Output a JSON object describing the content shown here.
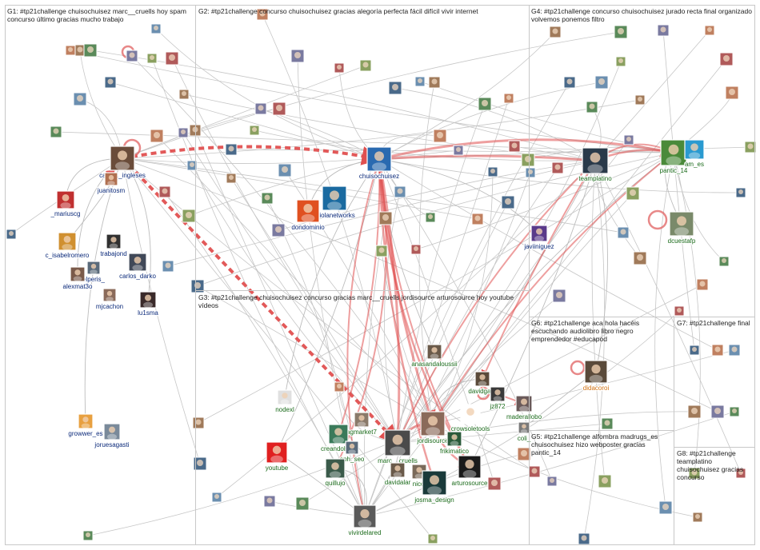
{
  "groups": [
    {
      "id": "G1",
      "label": "G1: #tp21challenge chuisochuisez marc__cruells hoy spam concurso último gracias mucho trabajo"
    },
    {
      "id": "G2",
      "label": "G2: #tp21challenge concurso chuisochuisez gracias alegoría perfecta fácil difícil vivir internet"
    },
    {
      "id": "G3",
      "label": "G3: #tp21challenge chuisochuisez concurso gracias marc__cruells jordisource arturosource hoy youtube vídeos"
    },
    {
      "id": "G4",
      "label": "G4: #tp21challenge concurso chuisochuisez jurado recta final organizado volvemos ponemos filtro"
    },
    {
      "id": "G5",
      "label": "G5: #tp21challenge alfombra madrugs_es chuisochuisez hizo webposter gracias pantic_14"
    },
    {
      "id": "G6",
      "label": "G6: #tp21challenge aca hola hacéis escuchando audiolibro libro negro emprendedor #educapod"
    },
    {
      "id": "G7",
      "label": "G7: #tp21challenge final"
    },
    {
      "id": "G8",
      "label": "G8: #tp21challenge teamplatino chuisochuisez gracias concurso"
    }
  ],
  "nodes": [
    {
      "name": "campa_ingleses",
      "color": "#0b2a7a",
      "bg": "#6a4c3a"
    },
    {
      "name": "juanitosm",
      "color": "#0b2a7a",
      "bg": "#b07050"
    },
    {
      "name": "_mariuscg",
      "color": "#0b2a7a",
      "bg": "#c03030"
    },
    {
      "name": "c_isabelromero",
      "color": "#0b2a7a",
      "bg": "#d09030"
    },
    {
      "name": "trabajond",
      "color": "#0b2a7a",
      "bg": "#303030"
    },
    {
      "name": "elperis_",
      "color": "#0b2a7a",
      "bg": "#5a6a7a"
    },
    {
      "name": "carlos_darko",
      "color": "#0b2a7a",
      "bg": "#404858"
    },
    {
      "name": "alexmat3o",
      "color": "#0b2a7a",
      "bg": "#7a5a4a"
    },
    {
      "name": "mjcachon",
      "color": "#0b2a7a",
      "bg": "#8a6a5a"
    },
    {
      "name": "lu1sma",
      "color": "#0b2a7a",
      "bg": "#3a2a2a"
    },
    {
      "name": "growwer_es",
      "color": "#0b2a7a",
      "bg": "#e8a040"
    },
    {
      "name": "joruesagasti",
      "color": "#0b2a7a",
      "bg": "#7a8a9a"
    },
    {
      "name": "chuisochuisez",
      "color": "#0b2a7a",
      "bg": "#2a6ab0"
    },
    {
      "name": "raiolanetworks",
      "color": "#0b2a7a",
      "bg": "#1a6aa0"
    },
    {
      "name": "dondominio",
      "color": "#0b2a7a",
      "bg": "#e05020"
    },
    {
      "name": "javiiniguez",
      "color": "#0b2a7a",
      "bg": "#5a3a8a"
    },
    {
      "name": "teamplatino",
      "color": "#1a6a1a",
      "bg": "#2a3a4a"
    },
    {
      "name": "pantic_14",
      "color": "#1a6a1a",
      "bg": "#4a8a3a"
    },
    {
      "name": "am_es",
      "color": "#1a6a1a",
      "bg": "#2a9ad0"
    },
    {
      "name": "dcuestafp",
      "color": "#1a6a1a",
      "bg": "#7a8a6a"
    },
    {
      "name": "anasandaloussii",
      "color": "#1a6a1a",
      "bg": "#6a5a4a"
    },
    {
      "name": "davidgaro",
      "color": "#1a6a1a",
      "bg": "#5a4a3a"
    },
    {
      "name": "jz872",
      "color": "#1a6a1a",
      "bg": "#3a3a3a"
    },
    {
      "name": "nodexl",
      "color": "#1a6a1a",
      "bg": "#e0e0e0"
    },
    {
      "name": "jordisource",
      "color": "#1a6a1a",
      "bg": "#8a6a5a"
    },
    {
      "name": "crowsoletools",
      "color": "#1a6a1a",
      "bg": "#ffffff"
    },
    {
      "name": "maderallobo",
      "color": "#1a6a1a",
      "bg": "#6a5a5a"
    },
    {
      "name": "coli_",
      "color": "#1a6a1a",
      "bg": "#7a7a7a"
    },
    {
      "name": "agmarket7",
      "color": "#1a6a1a",
      "bg": "#8a7a6a"
    },
    {
      "name": "creandoblog",
      "color": "#1a6a1a",
      "bg": "#3a7a5a"
    },
    {
      "name": "oph_seo",
      "color": "#1a6a1a",
      "bg": "#5a6a7a"
    },
    {
      "name": "marc__cruells",
      "color": "#1a6a1a",
      "bg": "#4a4a4a"
    },
    {
      "name": "frikimatico",
      "color": "#1a6a1a",
      "bg": "#2a5a3a"
    },
    {
      "name": "youtube",
      "color": "#1a6a1a",
      "bg": "#e02020"
    },
    {
      "name": "quillujo",
      "color": "#1a6a1a",
      "bg": "#3a5a4a"
    },
    {
      "name": "davidalar",
      "color": "#1a6a1a",
      "bg": "#6a5a4a"
    },
    {
      "name": "nicol",
      "color": "#1a6a1a",
      "bg": "#7a6a5a"
    },
    {
      "name": "josma_design",
      "color": "#1a6a1a",
      "bg": "#1a3a3a"
    },
    {
      "name": "arturosource",
      "color": "#1a6a1a",
      "bg": "#1a1a1a"
    },
    {
      "name": "vivirdelared",
      "color": "#1a6a1a",
      "bg": "#5a5a5a"
    },
    {
      "name": "didacoroi",
      "color": "#d07010",
      "bg": "#5a4a3a"
    }
  ]
}
